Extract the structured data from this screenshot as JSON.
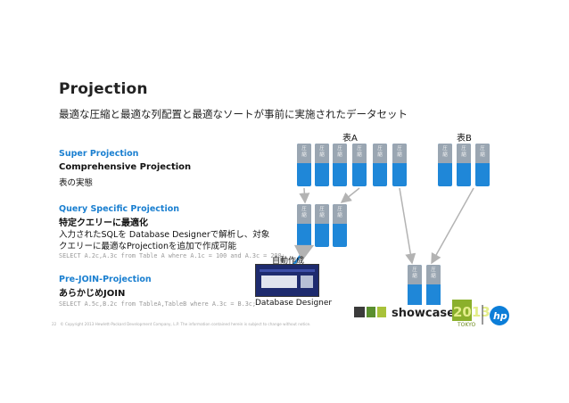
{
  "slide": {
    "title": "Projection",
    "subtitle": "最適な圧縮と最適な列配置と最適なソートが事前に実施されたデータセット",
    "page_number": "22",
    "footer": "© Copyright 2013 Hewlett-Packard Development Company, L.P.  The information contained herein is subject to change without notice."
  },
  "tables": {
    "a_label": "表A",
    "b_label": "表B",
    "cap_text": "圧縮"
  },
  "sections": {
    "super": {
      "heading": "Super Projection",
      "sub": "Comprehensive Projection",
      "text": "表の実態"
    },
    "query": {
      "heading": "Query Specific Projection",
      "sub": "特定クエリーに最適化",
      "line1": "入力されたSQLを Database Designerで解析し、対象",
      "line2": "クエリーに最適なProjectionを追加で作成可能",
      "sql": "SELECT   A.2c,A.3c from Table A where A.1c = 100 and A.3c = 200;"
    },
    "prejoin": {
      "heading": "Pre-JOIN-Projection",
      "sub": "あらかじめJOIN",
      "sql": "SELECT   A.5c,B.2c from TableA,TableB where A.3c = B.3c;"
    }
  },
  "callouts": {
    "auto_create": "自動作成",
    "designer": "Database Designer"
  },
  "branding": {
    "event_logo": "db tech showcase 2013",
    "company_logo": "hp",
    "accent_color": "#1f87d8",
    "cap_color": "#9aa6b2"
  }
}
